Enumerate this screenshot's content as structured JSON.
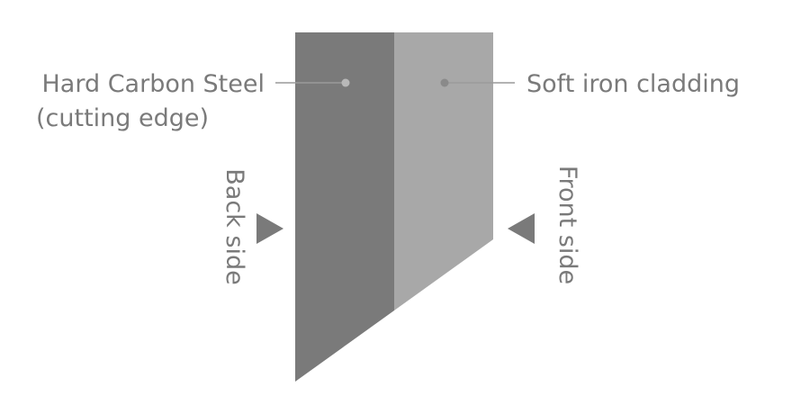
{
  "labels": {
    "hard_steel_line1": "Hard Carbon Steel",
    "hard_steel_line2": "(cutting edge)",
    "soft_iron": "Soft iron cladding",
    "back_side": "Back side",
    "front_side": "Front side"
  },
  "colors": {
    "hard_steel": "#7a7a7a",
    "soft_iron": "#a8a8a8",
    "text": "#7a7a7a",
    "leader_line": "#9a9a9a",
    "arrow": "#7a7a7a"
  }
}
